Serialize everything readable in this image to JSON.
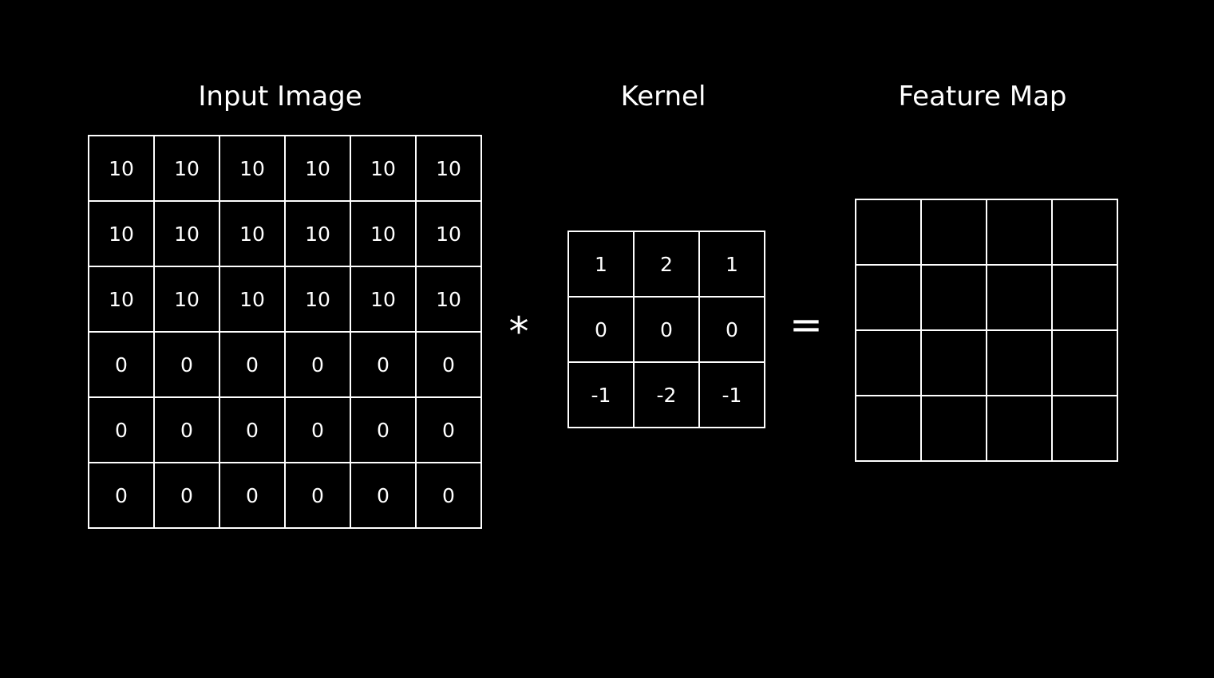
{
  "colors": {
    "background": "#000000",
    "text": "#ffffff",
    "grid_line": "#ffffff"
  },
  "panels": {
    "input_image": {
      "title": "Input Image",
      "grid_rows": 6,
      "grid_cols": 6,
      "values": [
        [
          "10",
          "10",
          "10",
          "10",
          "10",
          "10"
        ],
        [
          "10",
          "10",
          "10",
          "10",
          "10",
          "10"
        ],
        [
          "10",
          "10",
          "10",
          "10",
          "10",
          "10"
        ],
        [
          "0",
          "0",
          "0",
          "0",
          "0",
          "0"
        ],
        [
          "0",
          "0",
          "0",
          "0",
          "0",
          "0"
        ],
        [
          "0",
          "0",
          "0",
          "0",
          "0",
          "0"
        ]
      ]
    },
    "kernel": {
      "title": "Kernel",
      "grid_rows": 3,
      "grid_cols": 3,
      "values": [
        [
          "1",
          "2",
          "1"
        ],
        [
          "0",
          "0",
          "0"
        ],
        [
          "-1",
          "-2",
          "-1"
        ]
      ]
    },
    "feature_map": {
      "title": "Feature Map",
      "grid_rows": 4,
      "grid_cols": 4,
      "values": [
        [
          "",
          "",
          "",
          ""
        ],
        [
          "",
          "",
          "",
          ""
        ],
        [
          "",
          "",
          "",
          ""
        ],
        [
          "",
          "",
          "",
          ""
        ]
      ]
    }
  },
  "operators": {
    "convolution_symbol": "*",
    "equals_symbol": "="
  }
}
